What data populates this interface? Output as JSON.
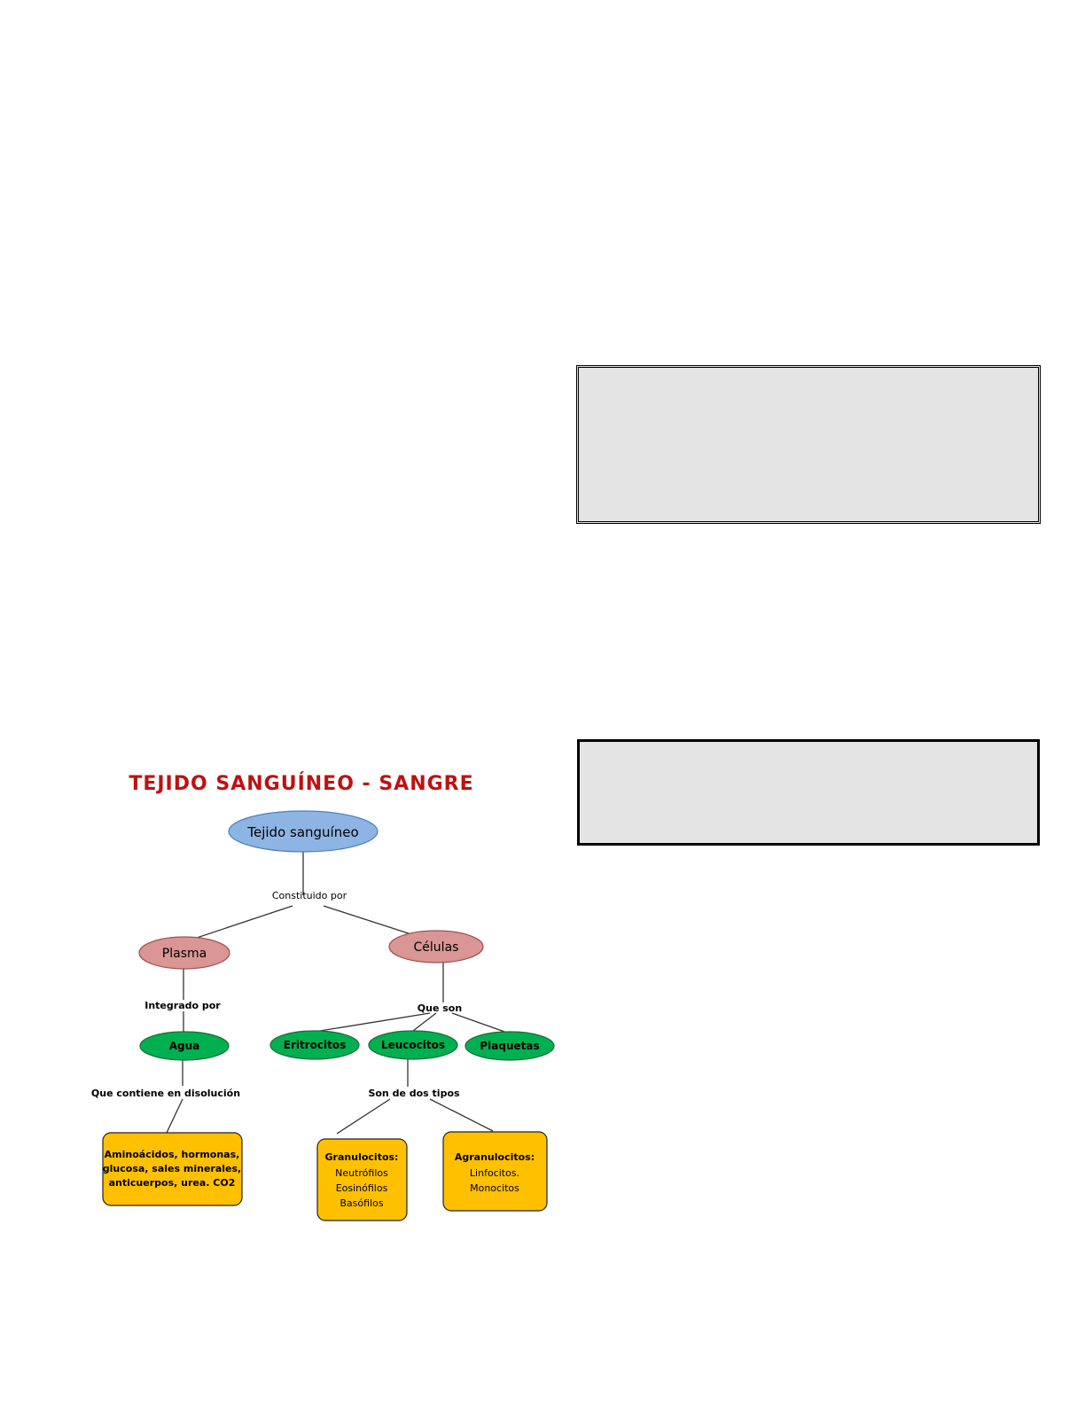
{
  "diagram": {
    "title": "TEJIDO SANGUÍNEO - SANGRE",
    "colors": {
      "blue": "#8eb4e3",
      "pink": "#d99694",
      "green": "#00b050",
      "orange": "#ffc000",
      "title": "#c01010"
    },
    "nodes": {
      "root": "Tejido sanguíneo",
      "plasma": "Plasma",
      "cells": "Células",
      "water": "Agua",
      "erythrocytes": "Eritrocitos",
      "leukocytes": "Leucocitos",
      "platelets": "Plaquetas",
      "solutes": [
        "Aminoácidos, hormonas,",
        "glucosa, sales minerales,",
        "anticuerpos, urea. CO2"
      ],
      "granulocytes_title": "Granulocitos:",
      "granulocytes": [
        "Neutrófilos",
        "Eosinófilos",
        "Basófilos"
      ],
      "agranulocytes_title": "Agranulocitos:",
      "agranulocytes": [
        "Linfocitos.",
        "Monocitos"
      ]
    },
    "links": {
      "constituted": "Constituido por",
      "integrated": "Integrado por",
      "contains": "Que contiene en disolución",
      "are": "Que son",
      "types": "Son de dos tipos"
    }
  }
}
